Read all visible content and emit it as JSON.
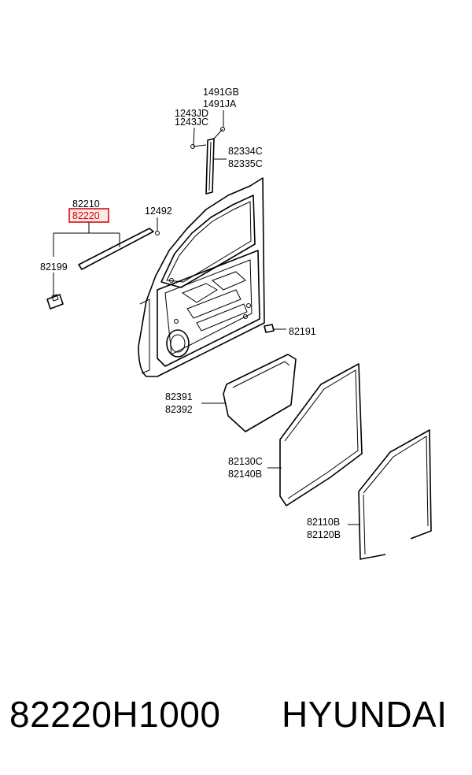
{
  "labels": {
    "p1491GB": "1491GB",
    "p1491JA": "1491JA",
    "p1243JD": "1243JD",
    "p1243JC": "1243JC",
    "p82334C": "82334C",
    "p82335C": "82335C",
    "p82210": "82210",
    "p82220": "82220",
    "p12492": "12492",
    "p82199": "82199",
    "p82191": "82191",
    "p82391": "82391",
    "p82392": "82392",
    "p82130C": "82130C",
    "p82140B": "82140B",
    "p82110B": "82110B",
    "p82120B": "82120B"
  },
  "highlight_color": "#d00000",
  "footer": {
    "part_number": "82220H1000",
    "brand": "HYUNDAI"
  }
}
